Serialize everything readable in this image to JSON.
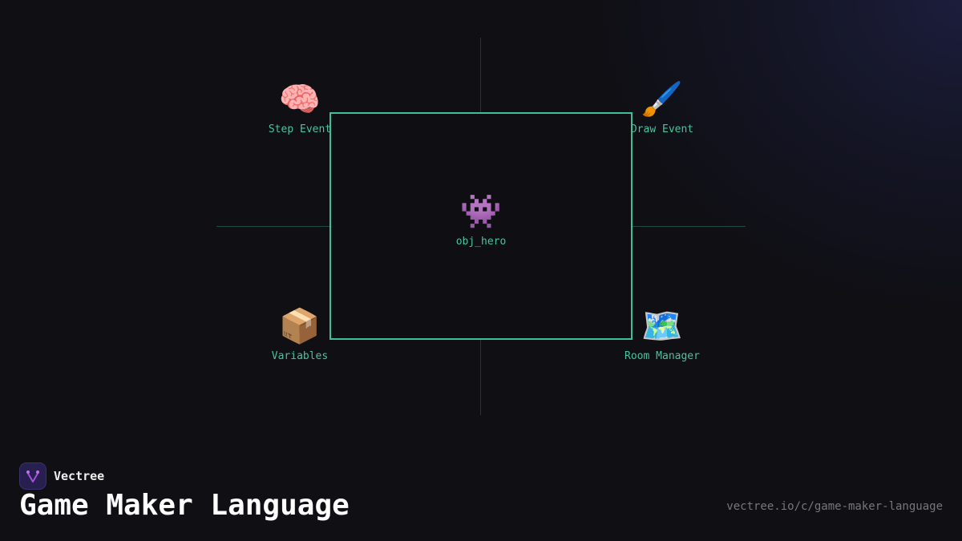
{
  "diagram": {
    "center": {
      "icon": "alien-monster-icon",
      "glyph": "👾",
      "label": "obj_hero"
    },
    "nodes": [
      {
        "id": "step",
        "icon": "brain-icon",
        "glyph": "🧠",
        "label": "Step Event"
      },
      {
        "id": "draw",
        "icon": "paintbrush-icon",
        "glyph": "🖌️",
        "label": "Draw Event"
      },
      {
        "id": "vars",
        "icon": "package-icon",
        "glyph": "📦",
        "label": "Variables"
      },
      {
        "id": "room",
        "icon": "world-map-icon",
        "glyph": "🗺️",
        "label": "Room Manager"
      }
    ],
    "colors": {
      "frame": "#3fbf97",
      "label": "#47c59b",
      "axis": "#1f4a41",
      "background": "#0f0f14"
    }
  },
  "footer": {
    "brand": "Vectree",
    "title": "Game Maker Language",
    "url": "vectree.io/c/game-maker-language"
  }
}
